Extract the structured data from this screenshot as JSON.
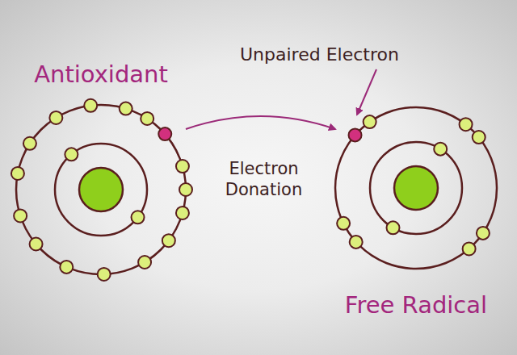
{
  "diagram": {
    "nodes": [
      {
        "text": [
          "Antioxidant"
        ]
      },
      {
        "text": [
          "Free Radical"
        ]
      }
    ],
    "edges": [
      {
        "from": 0,
        "to": 1,
        "label": "Electron Donation",
        "arrow": "to"
      }
    ],
    "labels": [
      "Unpaired Electron"
    ]
  }
}
